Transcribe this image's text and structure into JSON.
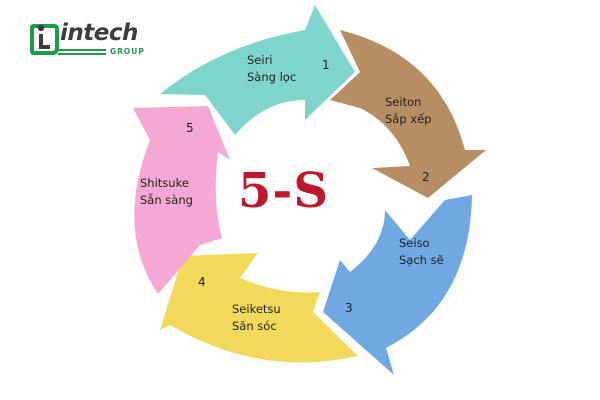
{
  "logo": {
    "word": "intech",
    "sub": "GROUP",
    "brand_color": "#1f9a47",
    "text_color": "#3d3d3d"
  },
  "center_title": "5-S",
  "center_color": "#c0172d",
  "steps": [
    {
      "number": "1",
      "name": "Seiri",
      "meaning": "Sàng lọc",
      "color": "#7fd5cc"
    },
    {
      "number": "2",
      "name": "Seiton",
      "meaning": "Sắp xếp",
      "color": "#b78e62"
    },
    {
      "number": "3",
      "name": "Seiso",
      "meaning": "Sạch sẽ",
      "color": "#6fa8e2"
    },
    {
      "number": "4",
      "name": "Seiketsu",
      "meaning": "Săn sóc",
      "color": "#f3d95a"
    },
    {
      "number": "5",
      "name": "Shitsuke",
      "meaning": "Sẵn sàng",
      "color": "#f4a8d3"
    }
  ]
}
